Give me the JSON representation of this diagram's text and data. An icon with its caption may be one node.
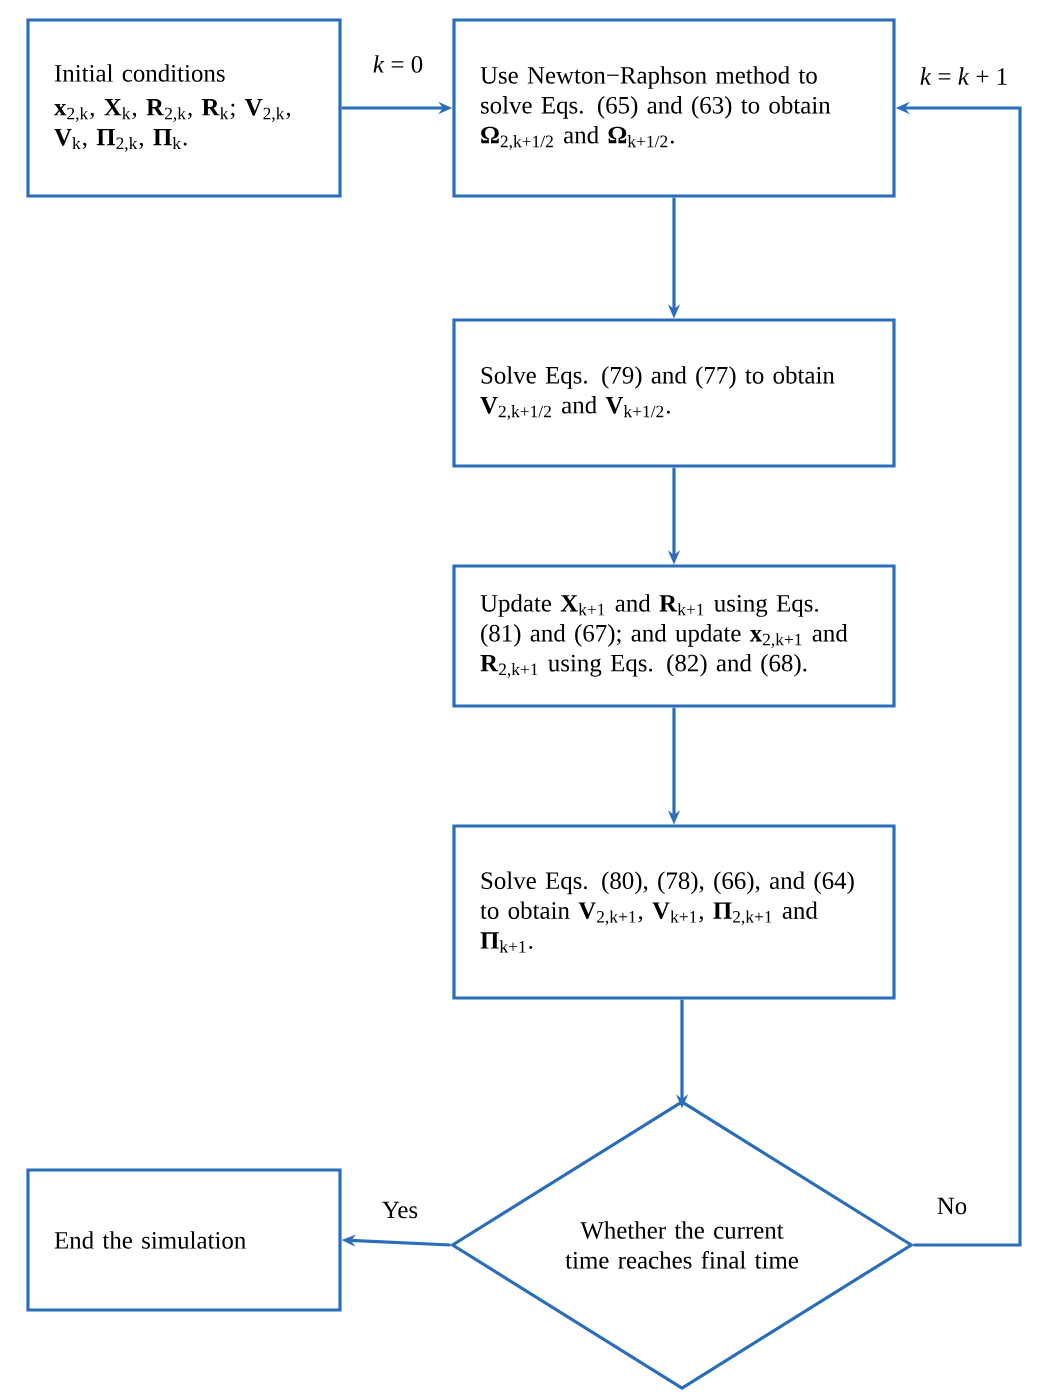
{
  "diagram": {
    "nodes": [
      {
        "text": [
          "Initial conditions",
          "**x**$_{2,k}$, **X**$_{k}$, **R**$_{2,k}$, **R**$_{k}$; **V**$_{2,k}$, **V**$_{k}$, **Π**$_{2,k}$, **Π**$_{k}$."
        ]
      },
      {
        "text": [
          "Use Newton−Raphson method to solve Eqs. (65) and (63) to obtain **Ω**$_{2,k+1/2}$ and **Ω**$_{k+1/2}$."
        ]
      },
      {
        "text": [
          "Solve Eqs. (79) and (77) to obtain **V**$_{2,k+1/2}$ and **V**$_{k+1/2}$."
        ]
      },
      {
        "text": [
          "Update **X**$_{k+1}$ and **R**$_{k+1}$ using Eqs. (81) and (67); and update **x**$_{2,k+1}$ and **R**$_{2,k+1}$ using Eqs. (82) and (68)."
        ]
      },
      {
        "text": [
          "Solve Eqs. (80), (78), (66), and (64) to obtain **V**$_{2,k+1}$, **V**$_{k+1}$, **Π**$_{2,k+1}$ and **Π**$_{k+1}$."
        ]
      },
      {
        "text": [
          "Whether the current time reaches final time"
        ]
      },
      {
        "text": [
          "End the simulation"
        ]
      }
    ],
    "edges": [
      {
        "from": 0,
        "to": 1,
        "arrow": "to",
        "label": "*k* = 0"
      },
      {
        "from": 1,
        "to": 2,
        "arrow": "to"
      },
      {
        "from": 2,
        "to": 3,
        "arrow": "to"
      },
      {
        "from": 3,
        "to": 4,
        "arrow": "to"
      },
      {
        "from": 4,
        "to": 5,
        "arrow": "to"
      },
      {
        "from": 5,
        "to": 6,
        "arrow": "to",
        "label": "Yes"
      },
      {
        "from": 5,
        "to": 1,
        "arrow": "to",
        "label": "No"
      }
    ],
    "labels": [
      "*k* = *k* + 1"
    ]
  }
}
